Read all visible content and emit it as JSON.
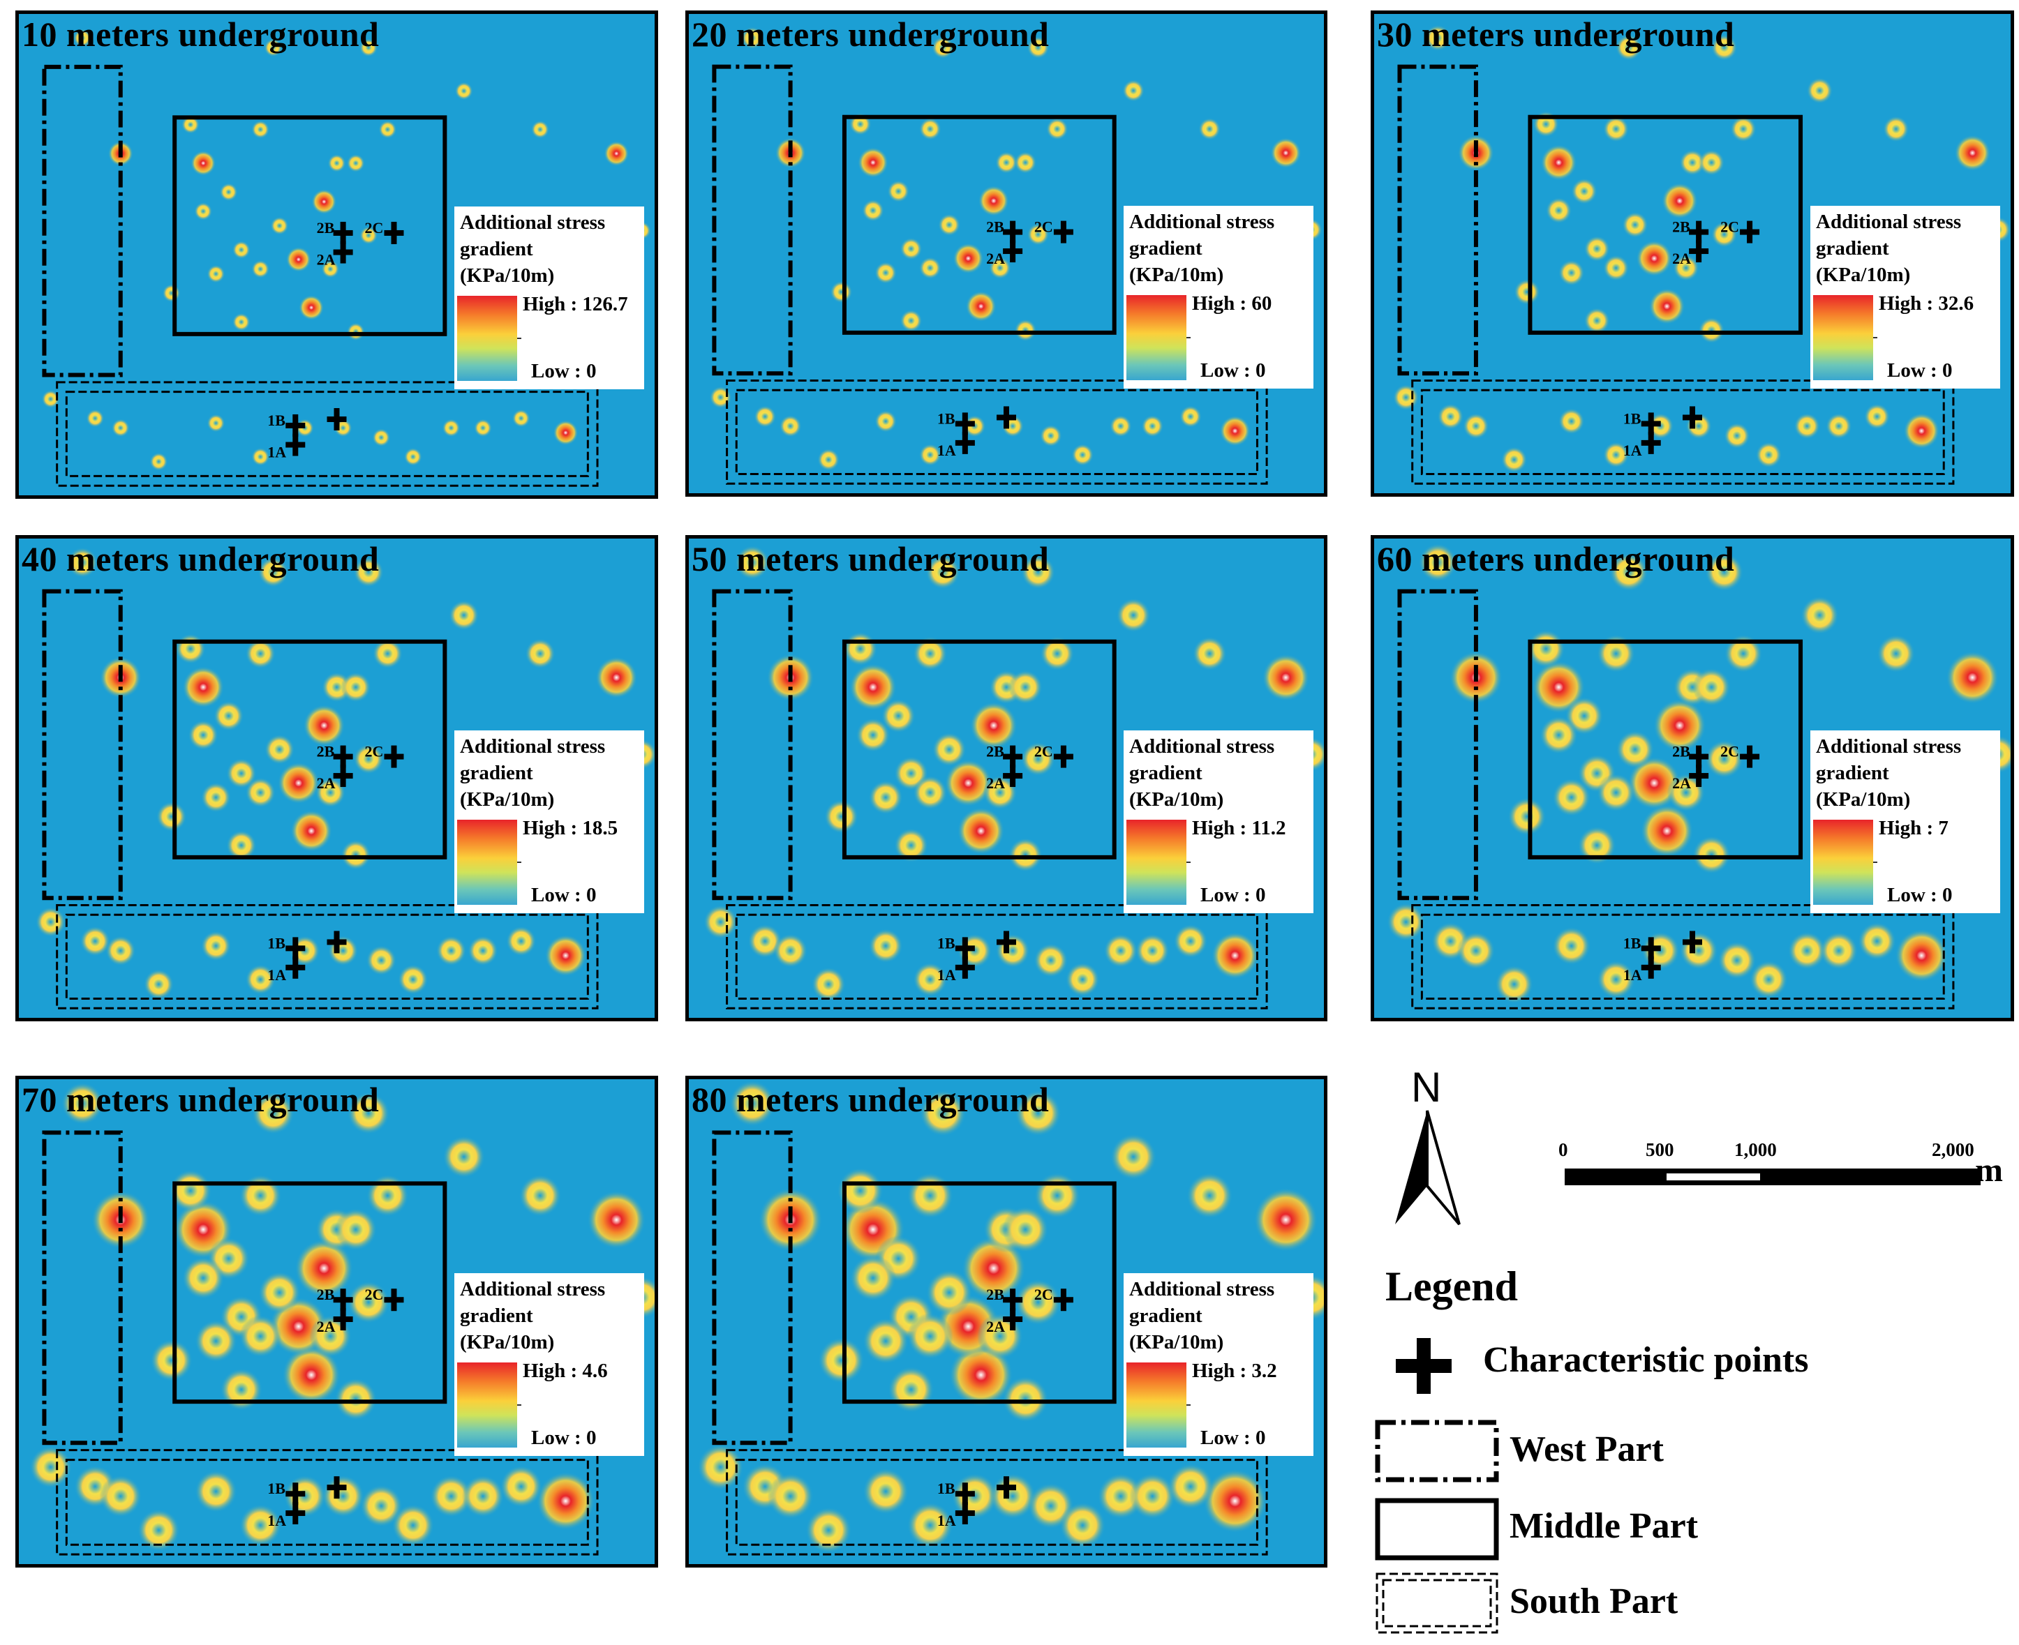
{
  "panels": [
    {
      "title": "10 meters underground",
      "colorbar": {
        "title_line1": "Additional stress",
        "title_line2": "gradient",
        "title_line3": "(KPa/10m)",
        "high_label": "High : 126.7",
        "low_label": "Low : 0",
        "high": 126.7,
        "low": 0
      }
    },
    {
      "title": "20 meters underground",
      "colorbar": {
        "title_line1": "Additional stress",
        "title_line2": "gradient",
        "title_line3": "(KPa/10m)",
        "high_label": "High : 60",
        "low_label": "Low : 0",
        "high": 60,
        "low": 0
      }
    },
    {
      "title": "30 meters underground",
      "colorbar": {
        "title_line1": "Additional stress",
        "title_line2": "gradient",
        "title_line3": "(KPa/10m)",
        "high_label": "High : 32.6",
        "low_label": "Low : 0",
        "high": 32.6,
        "low": 0
      }
    },
    {
      "title": "40 meters underground",
      "colorbar": {
        "title_line1": "Additional stress",
        "title_line2": "gradient",
        "title_line3": "(KPa/10m)",
        "high_label": "High : 18.5",
        "low_label": "Low : 0",
        "high": 18.5,
        "low": 0
      }
    },
    {
      "title": "50 meters underground",
      "colorbar": {
        "title_line1": "Additional stress",
        "title_line2": "gradient",
        "title_line3": "(KPa/10m)",
        "high_label": "High : 11.2",
        "low_label": "Low : 0",
        "high": 11.2,
        "low": 0
      }
    },
    {
      "title": "60 meters underground",
      "colorbar": {
        "title_line1": "Additional stress",
        "title_line2": "gradient",
        "title_line3": "(KPa/10m)",
        "high_label": "High : 7",
        "low_label": "Low : 0",
        "high": 7,
        "low": 0
      }
    },
    {
      "title": "70 meters underground",
      "colorbar": {
        "title_line1": "Additional stress",
        "title_line2": "gradient",
        "title_line3": "(KPa/10m)",
        "high_label": "High : 4.6",
        "low_label": "Low : 0",
        "high": 4.6,
        "low": 0
      }
    },
    {
      "title": "80 meters underground",
      "colorbar": {
        "title_line1": "Additional stress",
        "title_line2": "gradient",
        "title_line3": "(KPa/10m)",
        "high_label": "High : 3.2",
        "low_label": "Low : 0",
        "high": 3.2,
        "low": 0
      }
    }
  ],
  "points": {
    "p1A": "1A",
    "p1B": "1B",
    "p2A": "2A",
    "p2B": "2B",
    "p2C": "2C"
  },
  "north_label": "N",
  "scalebar": {
    "t0": "0",
    "t1": "500",
    "t2": "1,000",
    "t3": "2,000",
    "unit": "m"
  },
  "legend": {
    "title": "Legend",
    "characteristic_points": "Characteristic points",
    "west_part": "West Part",
    "middle_part": "Middle Part",
    "south_part": "South Part"
  },
  "colors": {
    "background": "#1c9fd4",
    "high": "#e8242a",
    "mid": "#fbcf3a",
    "low": "#38a6cf",
    "outline": "#000000"
  }
}
